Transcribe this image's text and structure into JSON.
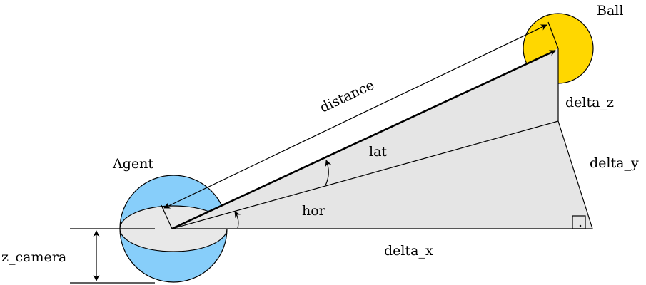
{
  "labels": {
    "ball": "Ball",
    "agent": "Agent",
    "distance": "distance",
    "delta_z": "delta_z",
    "delta_y": "delta_y",
    "delta_x": "delta_x",
    "lat": "lat",
    "hor": "hor",
    "z_camera": "z_camera",
    "right_angle_mark": "."
  },
  "colors": {
    "ball_fill": "#FFD700",
    "agent_fill": "#87CEFA",
    "plane_fill": "#E5E5E5",
    "stroke": "#000000"
  }
}
